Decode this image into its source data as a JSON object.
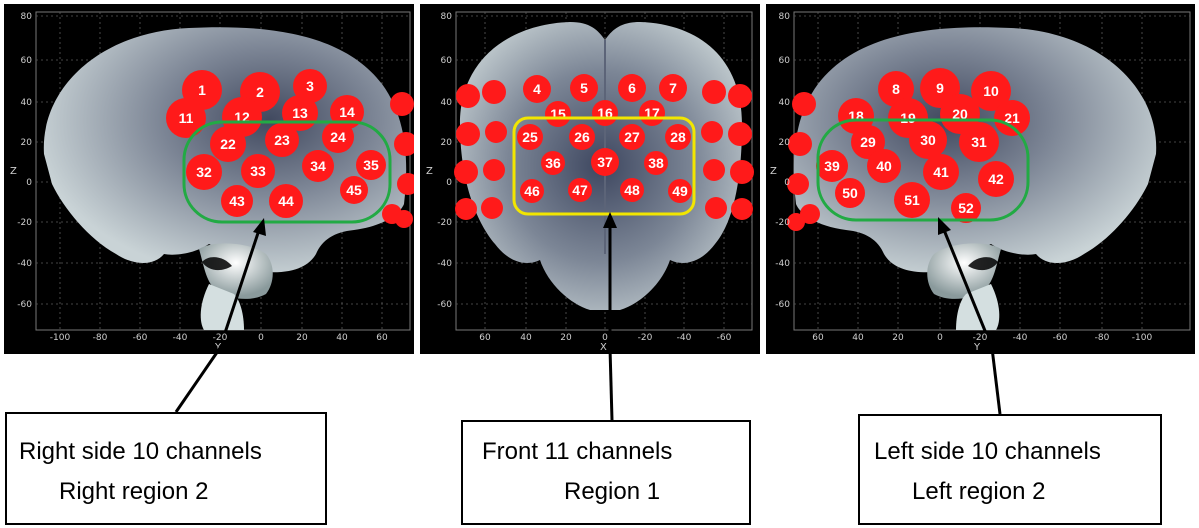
{
  "colors": {
    "electrode": "#ff1a1a",
    "right_outline": "#22aa44",
    "front_outline": "#f2e600",
    "left_outline": "#22aa44"
  },
  "panels": [
    {
      "id": "right",
      "y_ticks": [
        "80",
        "60",
        "40",
        "20",
        "0",
        "-20",
        "-40",
        "-60"
      ],
      "x_ticks": [
        "-100",
        "-80",
        "-60",
        "-40",
        "-20",
        "0",
        "20",
        "40",
        "60"
      ],
      "x_label": "Y",
      "y_label": "Z",
      "channels": [
        "1",
        "2",
        "3",
        "11",
        "12",
        "13",
        "14",
        "22",
        "23",
        "24",
        "32",
        "33",
        "34",
        "35",
        "43",
        "44",
        "45"
      ]
    },
    {
      "id": "front",
      "y_ticks": [
        "80",
        "60",
        "40",
        "20",
        "0",
        "-20",
        "-40",
        "-60"
      ],
      "x_ticks": [
        "60",
        "40",
        "20",
        "0",
        "-20",
        "-40",
        "-60"
      ],
      "x_label": "X",
      "y_label": "Z",
      "channels": [
        "4",
        "5",
        "6",
        "7",
        "15",
        "16",
        "17",
        "25",
        "26",
        "27",
        "28",
        "36",
        "37",
        "38",
        "46",
        "47",
        "48",
        "49"
      ]
    },
    {
      "id": "left",
      "y_ticks": [
        "80",
        "60",
        "40",
        "20",
        "0",
        "-20",
        "-40",
        "-60"
      ],
      "x_ticks": [
        "60",
        "40",
        "20",
        "0",
        "-20",
        "-40",
        "-60",
        "-80",
        "-100"
      ],
      "x_label": "Y",
      "y_label": "Z",
      "channels": [
        "8",
        "9",
        "10",
        "18",
        "19",
        "20",
        "21",
        "29",
        "30",
        "31",
        "39",
        "40",
        "41",
        "42",
        "50",
        "51",
        "52"
      ]
    }
  ],
  "captions": [
    {
      "line1": "Right side 10 channels",
      "line2": "Right  region 2"
    },
    {
      "line1": "Front  11 channels",
      "line2": "Region 1"
    },
    {
      "line1": "Left side 10 channels",
      "line2": "Left  region 2"
    }
  ]
}
